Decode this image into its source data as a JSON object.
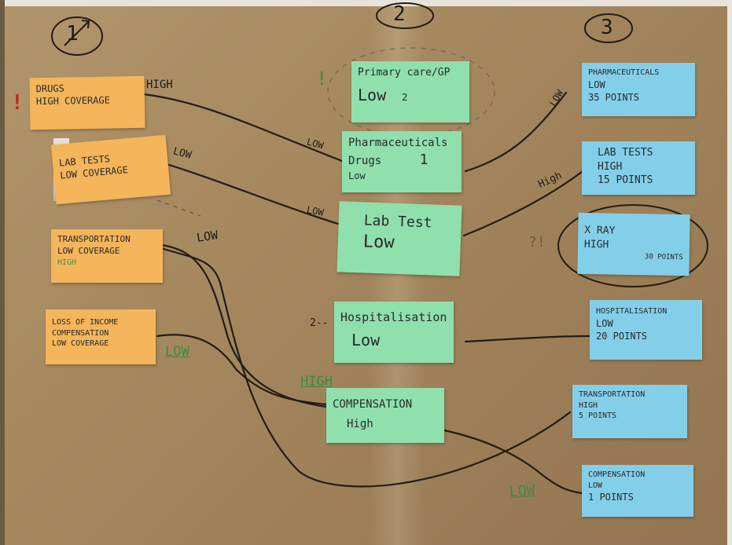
{
  "column_numbers": [
    "1",
    "2",
    "3"
  ],
  "column1": [
    {
      "lines": [
        "DRUGS",
        "HIGH COVERAGE"
      ]
    },
    {
      "lines": [
        "LAB TESTS",
        "LOW COVERAGE"
      ]
    },
    {
      "lines": [
        "TRANSPORTATION",
        "LOW COVERAGE"
      ],
      "scribble": "HIGH"
    },
    {
      "lines": [
        "LOSS OF INCOME",
        "COMPENSATION",
        "LOW COVERAGE"
      ]
    }
  ],
  "column2": [
    {
      "lines": [
        "Primary care/GP",
        "Low",
        "2"
      ]
    },
    {
      "lines": [
        "Pharmaceuticals",
        "Drugs",
        "Low"
      ],
      "marker": "1"
    },
    {
      "lines": [
        "Lab Test",
        "Low"
      ]
    },
    {
      "lines": [
        "Hospitalisation",
        "Low"
      ],
      "marker": "2"
    },
    {
      "lines": [
        "COMPENSATION",
        "High"
      ]
    }
  ],
  "column3": [
    {
      "lines": [
        "PHARMACEUTICALS",
        "LOW",
        "35 POINTS"
      ]
    },
    {
      "lines": [
        "LAB TESTS",
        "HIGH",
        "15 POINTS"
      ]
    },
    {
      "lines": [
        "X RAY",
        "HIGH",
        "30 POINTS"
      ]
    },
    {
      "lines": [
        "HOSPITALISATION",
        "LOW",
        "20 POINTS"
      ]
    },
    {
      "lines": [
        "TRANSPORTATION",
        "HIGH",
        "5 POINTS"
      ]
    },
    {
      "lines": [
        "COMPENSATION",
        "LOW",
        "1 POINTS"
      ]
    }
  ],
  "annotations": {
    "high_drugs": "HIGH",
    "low_lab": "LOW",
    "low_transport": "LOW",
    "low_income": "LOW",
    "high_comp": "HIGH",
    "low_pharma_mid": "LOW",
    "low_lab_mid": "LOW",
    "low_pharma_right": "LOW",
    "high_lab_right": "High",
    "low_comp_right": "LOW",
    "exclaim_left": "!",
    "exclaim_mid": "!",
    "question_right": "?!",
    "dash_num": "2--"
  },
  "colors": {
    "orange_note": "#f4b55b",
    "green_note": "#8fe0ad",
    "blue_note": "#83cfe9",
    "paper": "#a6895f",
    "ink": "#1e1a16",
    "green_ink": "#3e8a42",
    "red_marker": "#c4251f"
  }
}
